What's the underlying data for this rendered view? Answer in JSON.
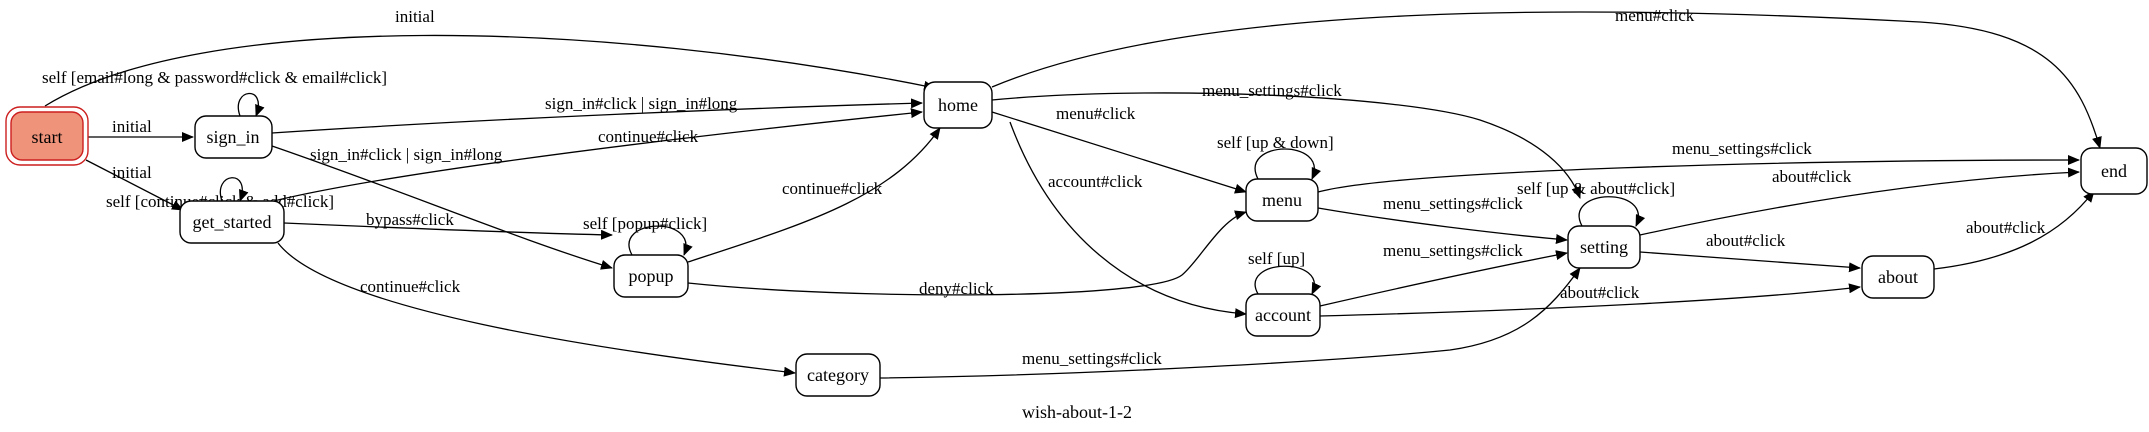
{
  "diagram": {
    "caption": "wish-about-1-2",
    "colors": {
      "start_fill": "#f0937b",
      "start_stroke": "#cc1f1f",
      "node_stroke": "#000000",
      "edge_color": "#000000",
      "background": "#ffffff"
    },
    "nodes": {
      "start": "start",
      "sign_in": "sign_in",
      "get_started": "get_started",
      "home": "home",
      "popup": "popup",
      "category": "category",
      "menu": "menu",
      "account": "account",
      "setting": "setting",
      "about": "about",
      "end": "end"
    },
    "edges": {
      "start_home": "initial",
      "start_sign_in": "initial",
      "start_get_started": "initial",
      "sign_in_self": "self [email#long & password#click & email#click]",
      "sign_in_home": "sign_in#click | sign_in#long",
      "sign_in_popup": "sign_in#click | sign_in#long",
      "get_started_self": "self [continue#click & add#click]",
      "get_started_home": "continue#click",
      "get_started_popup": "bypass#click",
      "get_started_category": "continue#click",
      "popup_self": "self [popup#click]",
      "popup_home": "continue#click",
      "popup_menu": "deny#click",
      "home_end": "menu#click",
      "home_setting": "menu_settings#click",
      "home_menu": "menu#click",
      "home_account": "account#click",
      "menu_self": "self [up & down]",
      "menu_end": "menu_settings#click",
      "menu_setting": "menu_settings#click",
      "account_self": "self [up]",
      "account_setting": "menu_settings#click",
      "account_about": "about#click",
      "category_setting": "menu_settings#click",
      "setting_self": "self [up & about#click]",
      "setting_end": "about#click",
      "setting_about": "about#click",
      "about_end": "about#click"
    }
  }
}
